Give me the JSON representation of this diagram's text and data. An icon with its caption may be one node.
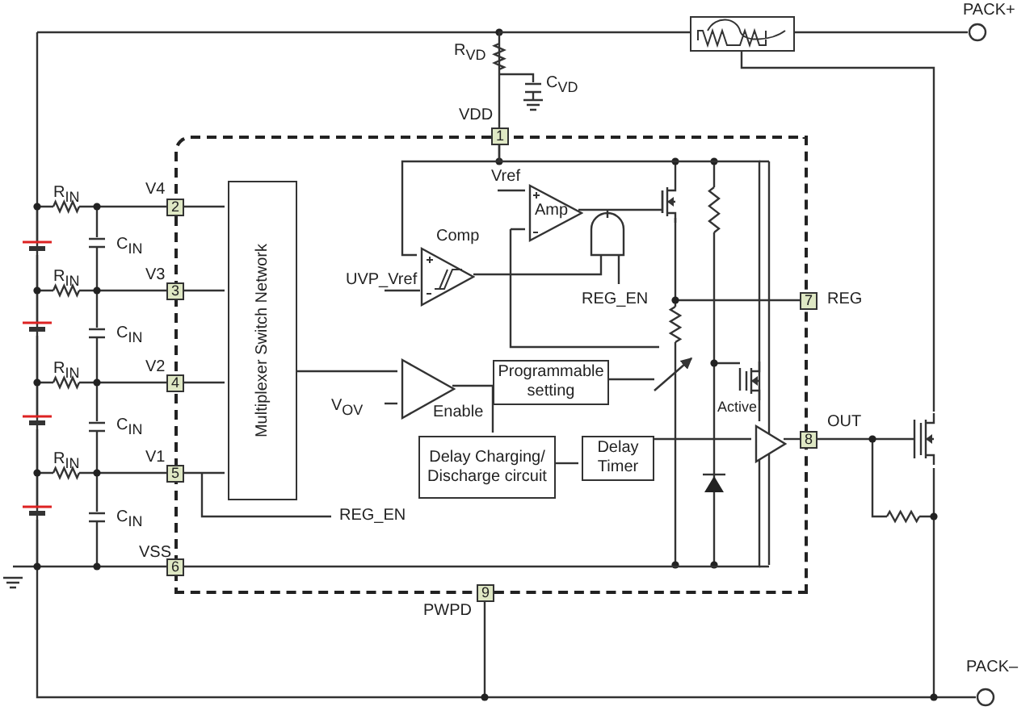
{
  "diagram": {
    "nodes": [
      {
        "text": [],
        "shape": "box"
      },
      {
        "text": [
          "1"
        ],
        "beside": [
          "VDD"
        ]
      },
      {
        "text": [
          "2"
        ],
        "beside": [
          "V4"
        ]
      },
      {
        "text": [
          "3"
        ],
        "beside": [
          "V3"
        ]
      },
      {
        "text": [
          "4"
        ],
        "beside": [
          "V2"
        ]
      },
      {
        "text": [
          "5"
        ],
        "beside": [
          "V1"
        ]
      },
      {
        "text": [
          "6"
        ],
        "beside": [
          "VSS"
        ]
      },
      {
        "text": [
          "7"
        ],
        "beside": [
          "REG"
        ]
      },
      {
        "text": [
          "8"
        ],
        "beside": [
          "OUT"
        ]
      },
      {
        "text": [
          "9"
        ],
        "beside": [
          "PWPD"
        ]
      },
      {
        "text": [
          "Multiplexer Switch Network"
        ],
        "in": 0
      },
      {
        "text": [
          "Comp"
        ],
        "beside": [
          "UVP_Vref"
        ],
        "in": 0
      },
      {
        "text": [
          "Amp"
        ],
        "in": 0
      },
      {
        "text": [],
        "shape": "triangle",
        "beside": [
          "Enable"
        ],
        "in": 0
      },
      {
        "text": [
          "Programmable setting"
        ],
        "in": 0
      },
      {
        "text": [
          "Delay Charging/ Discharge circuit"
        ],
        "in": 0
      },
      {
        "text": [
          "Delay Timer"
        ],
        "in": 0
      },
      {
        "text": [],
        "shape": "triangle",
        "beside": [
          "Active"
        ],
        "in": 0
      },
      {
        "text": [],
        "shape": "circle",
        "beside": [
          "PACK+"
        ]
      },
      {
        "text": [],
        "shape": "circle",
        "beside": [
          "PACK–"
        ]
      },
      {
        "text": [],
        "shape": "box"
      }
    ],
    "edges": [
      {
        "from": 2,
        "to": 10,
        "arrow": "none"
      },
      {
        "from": 3,
        "to": 10,
        "arrow": "none"
      },
      {
        "from": 4,
        "to": 10,
        "arrow": "none"
      },
      {
        "from": 5,
        "to": 10,
        "arrow": "none"
      },
      {
        "from": 10,
        "to": 13,
        "arrow": "none"
      },
      {
        "from": 13,
        "to": 15,
        "arrow": "none"
      },
      {
        "from": 15,
        "to": 16,
        "arrow": "none"
      },
      {
        "from": 16,
        "to": 17,
        "arrow": "none"
      },
      {
        "from": 17,
        "to": 8,
        "arrow": "none"
      },
      {
        "from": 20,
        "to": 18,
        "arrow": "none"
      },
      {
        "from": 1,
        "to": 20,
        "arrow": "none"
      },
      {
        "from": 1,
        "to": 17,
        "arrow": "none"
      },
      {
        "from": 1,
        "to": 11,
        "arrow": "none"
      },
      {
        "from": 6,
        "to": 17,
        "arrow": "none"
      }
    ],
    "labels": [
      "R$_{VD}$",
      "C$_{VD}$",
      "R$_{IN}$",
      "C$_{IN}$",
      "R$_{IN}$",
      "C$_{IN}$",
      "R$_{IN}$",
      "C$_{IN}$",
      "R$_{IN}$",
      "C$_{IN}$",
      "Vref",
      "REG_EN",
      "V$_{OV}$",
      "REG_EN"
    ]
  }
}
